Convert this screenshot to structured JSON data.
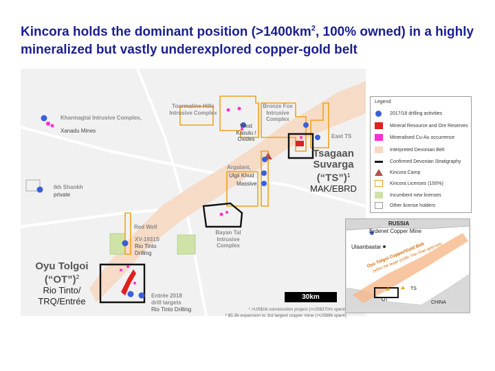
{
  "title": {
    "part1": "Kincora holds the dominant position (>1400km",
    "sup": "2",
    "part2": ", 100% owned) in a highly mineralized but vastly underexplored copper-gold belt"
  },
  "labels": {
    "kharmagtai": "Kharmagtai Intrusive Complex,",
    "xanadu": "Xanadu Mines",
    "ikh_shankh": "Ikh Shankh",
    "private": "private",
    "tourmaline": "Tourmaline Hills Intrusive Complex",
    "bronze_fox": "Bronze Fox Intrusive Complex",
    "west_kasulu": "West Kasulu / Oxides",
    "east_ts": "East TS",
    "argalant": "Argalant,",
    "ulgii": "Ulgii Khud",
    "massive": "Massive",
    "bayan_tal": "Bayan Tal Intrusive Complex",
    "red_well": "Red Well",
    "xv": "XV-1931S",
    "rio_drilling": "Rio Tinto Drilling",
    "entree": "Entrée 2018 drill targets",
    "rio_drilling2": "Rio Tinto Drilling"
  },
  "ts_label": {
    "line1": "Tsagaan",
    "line2": "Suvarga",
    "line3": "(“TS”)",
    "sup": "1",
    "line4": "MAK/EBRD"
  },
  "ot_label": {
    "line1": "Oyu Tolgoi",
    "line2": "(“OT”)",
    "sup": "2",
    "line3": "Rio Tinto/",
    "line4": "TRQ/Entrée"
  },
  "legend": {
    "title": "Legend",
    "items": [
      {
        "label": "2017/18 drilling activities",
        "icon": "blue-dot-icon"
      },
      {
        "label": "Mineral Resource and Ore Reserves",
        "icon": "red-square-icon"
      },
      {
        "label": "Mineralised Cu-Au occurrence",
        "icon": "magenta-square-icon"
      },
      {
        "label": "Interpreted Devonian Belt",
        "icon": "peach-square-icon"
      },
      {
        "label": "Confirmed Devonian Stratigraphy",
        "icon": "black-line-icon"
      },
      {
        "label": "Kincora Camp",
        "icon": "triangle-icon"
      },
      {
        "label": "Kincora Licenses (100%)",
        "icon": "orange-box-icon"
      },
      {
        "label": "Incumbent new licenses",
        "icon": "green-square-icon"
      },
      {
        "label": "Other license holders",
        "icon": "gray-box-icon"
      }
    ],
    "colors": {
      "blue": "#3a5fd9",
      "red": "#e02020",
      "magenta": "#ff2fd0",
      "peach": "#f6d9c4",
      "orange": "#f0a21a",
      "green": "#cfe3a8",
      "triangle": "#b0504a"
    }
  },
  "scale": "30km",
  "footnotes": {
    "line1": "¹ >US$1b construction project (>US$370m spent)",
    "line2": "² $5.3b expansion to 3rd largest copper mine (>US$9b spent)"
  },
  "inset": {
    "russia": "RUSSIA",
    "erdenet": "Erdenet Copper Mine",
    "ulaanbaatar": "Ulaanbaatar",
    "belt": "Oyu Tolgoi Copper/Gold Belt",
    "belt_sub": "(within the larger prolific Tian Shan gold belt)",
    "ot": "OT",
    "ts": "TS",
    "china": "CHINA"
  }
}
